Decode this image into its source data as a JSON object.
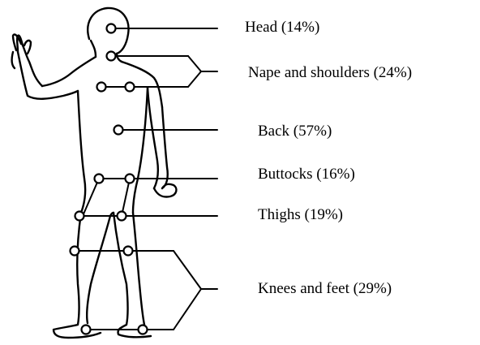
{
  "labels": {
    "head": "Head (14%)",
    "nape_shoulders": "Nape and shoulders (24%)",
    "back": "Back (57%)",
    "buttocks": "Buttocks (16%)",
    "thighs": "Thighs (19%)",
    "knees_feet": "Knees and feet (29%)"
  },
  "colors": {
    "ink": "#000000",
    "background": "#ffffff"
  }
}
